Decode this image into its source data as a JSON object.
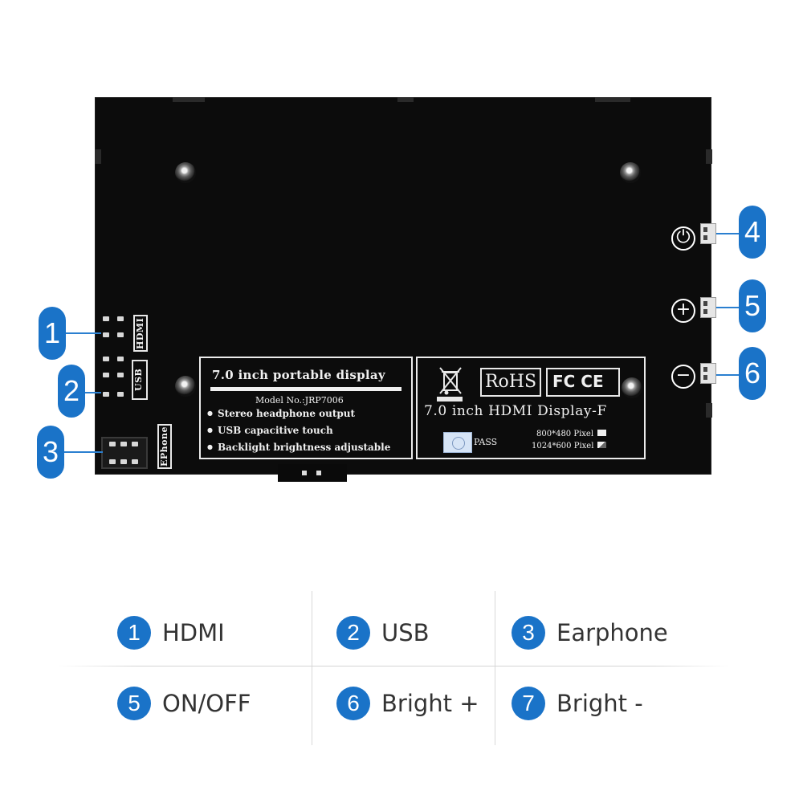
{
  "product": {
    "label1": {
      "title": "7.0 inch portable display",
      "model": "Model No.:JRP7006",
      "bullets": [
        "Stereo headphone output",
        "USB capacitive touch",
        "Backlight brightness adjustable"
      ]
    },
    "label2": {
      "rohs": "RoHS",
      "fc_ce": "FC CE",
      "title": "7.0 inch HDMI Display-F",
      "pass": "PASS",
      "pixel_1": "800*480 Pixel",
      "pixel_2": "1024*600 Pixel"
    },
    "port_silk": {
      "hdmi": "HDMI",
      "usb": "USB",
      "earphone": "EPhone"
    },
    "buttons": {
      "power_symbol": "⏻",
      "plus_symbol": "+",
      "minus_symbol": "−"
    }
  },
  "callouts": {
    "c1": "1",
    "c2": "2",
    "c3": "3",
    "c4": "4",
    "c5": "5",
    "c6": "6"
  },
  "legend": {
    "row1": [
      {
        "num": "1",
        "label": "HDMI"
      },
      {
        "num": "2",
        "label": "USB"
      },
      {
        "num": "3",
        "label": "Earphone"
      }
    ],
    "row2": [
      {
        "num": "5",
        "label": "ON/OFF"
      },
      {
        "num": "6",
        "label": "Bright +"
      },
      {
        "num": "7",
        "label": "Bright -"
      }
    ]
  },
  "colors": {
    "accent": "#1a73c8",
    "board": "#0c0c0c",
    "legend_text": "#333333"
  }
}
